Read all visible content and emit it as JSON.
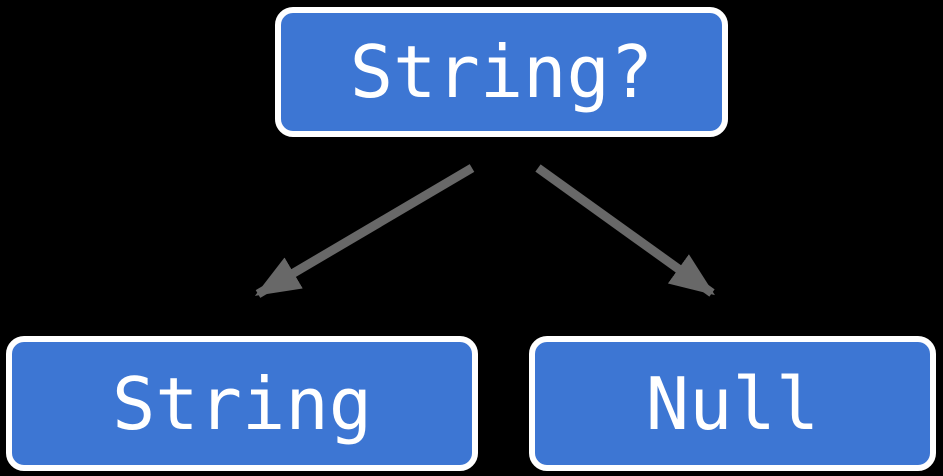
{
  "diagram": {
    "nodes": {
      "root": {
        "label": "String?"
      },
      "left": {
        "label": "String"
      },
      "right": {
        "label": "Null"
      }
    },
    "edges": [
      {
        "from": "String?",
        "to": "String"
      },
      {
        "from": "String?",
        "to": "Null"
      }
    ],
    "colors": {
      "node_fill": "#3d76d3",
      "node_border": "#ffffff",
      "text": "#ffffff",
      "arrow": "#686868",
      "background": "#000000"
    }
  }
}
